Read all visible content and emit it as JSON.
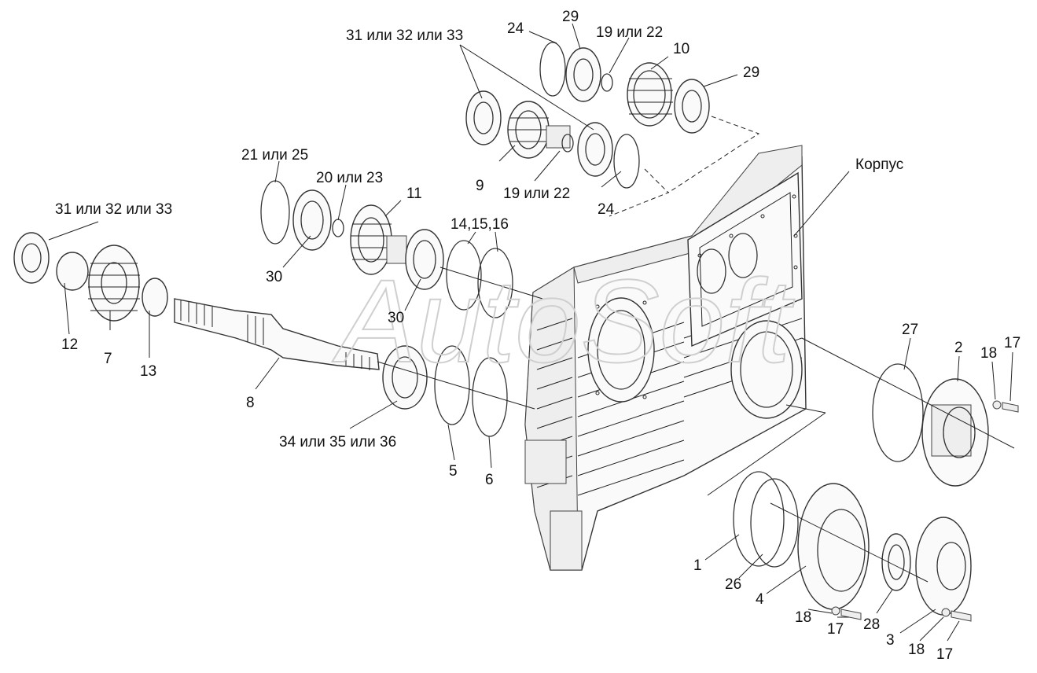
{
  "diagram": {
    "watermark": "AutoSoft",
    "labels": {
      "l31a": "31 или 32 или 33",
      "l31b": "31 или 32 или 33",
      "l24a": "24",
      "l24b": "24",
      "l29a": "29",
      "l29b": "29",
      "l19a": "19 или 22",
      "l19b": "19 или 22",
      "l10": "10",
      "l9": "9",
      "l21": "21 или 25",
      "l20": "20 или 23",
      "l11": "11",
      "l14": "14,15,16",
      "l30a": "30",
      "l30b": "30",
      "lkorpus": "Корпус",
      "l12": "12",
      "l7": "7",
      "l13": "13",
      "l8": "8",
      "l34": "34 или 35 или 36",
      "l5": "5",
      "l6": "6",
      "l27": "27",
      "l2": "2",
      "l18a": "18",
      "l17a": "17",
      "l1": "1",
      "l26": "26",
      "l4": "4",
      "l18b": "18",
      "l17b": "17",
      "l28": "28",
      "l3": "3",
      "l18c": "18",
      "l17c": "17"
    }
  }
}
